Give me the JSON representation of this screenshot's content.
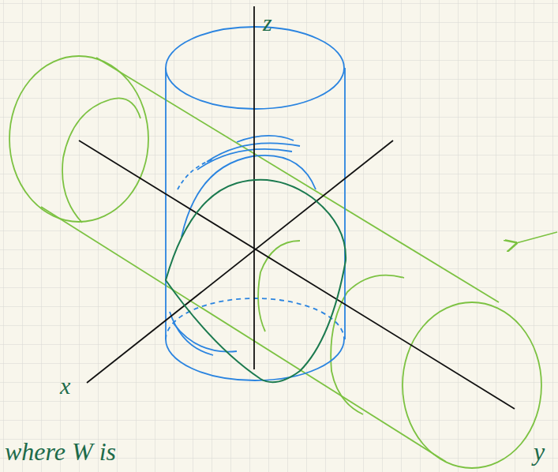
{
  "diagram": {
    "labels": [
      "z",
      "x",
      "y",
      "where W is"
    ]
  }
}
